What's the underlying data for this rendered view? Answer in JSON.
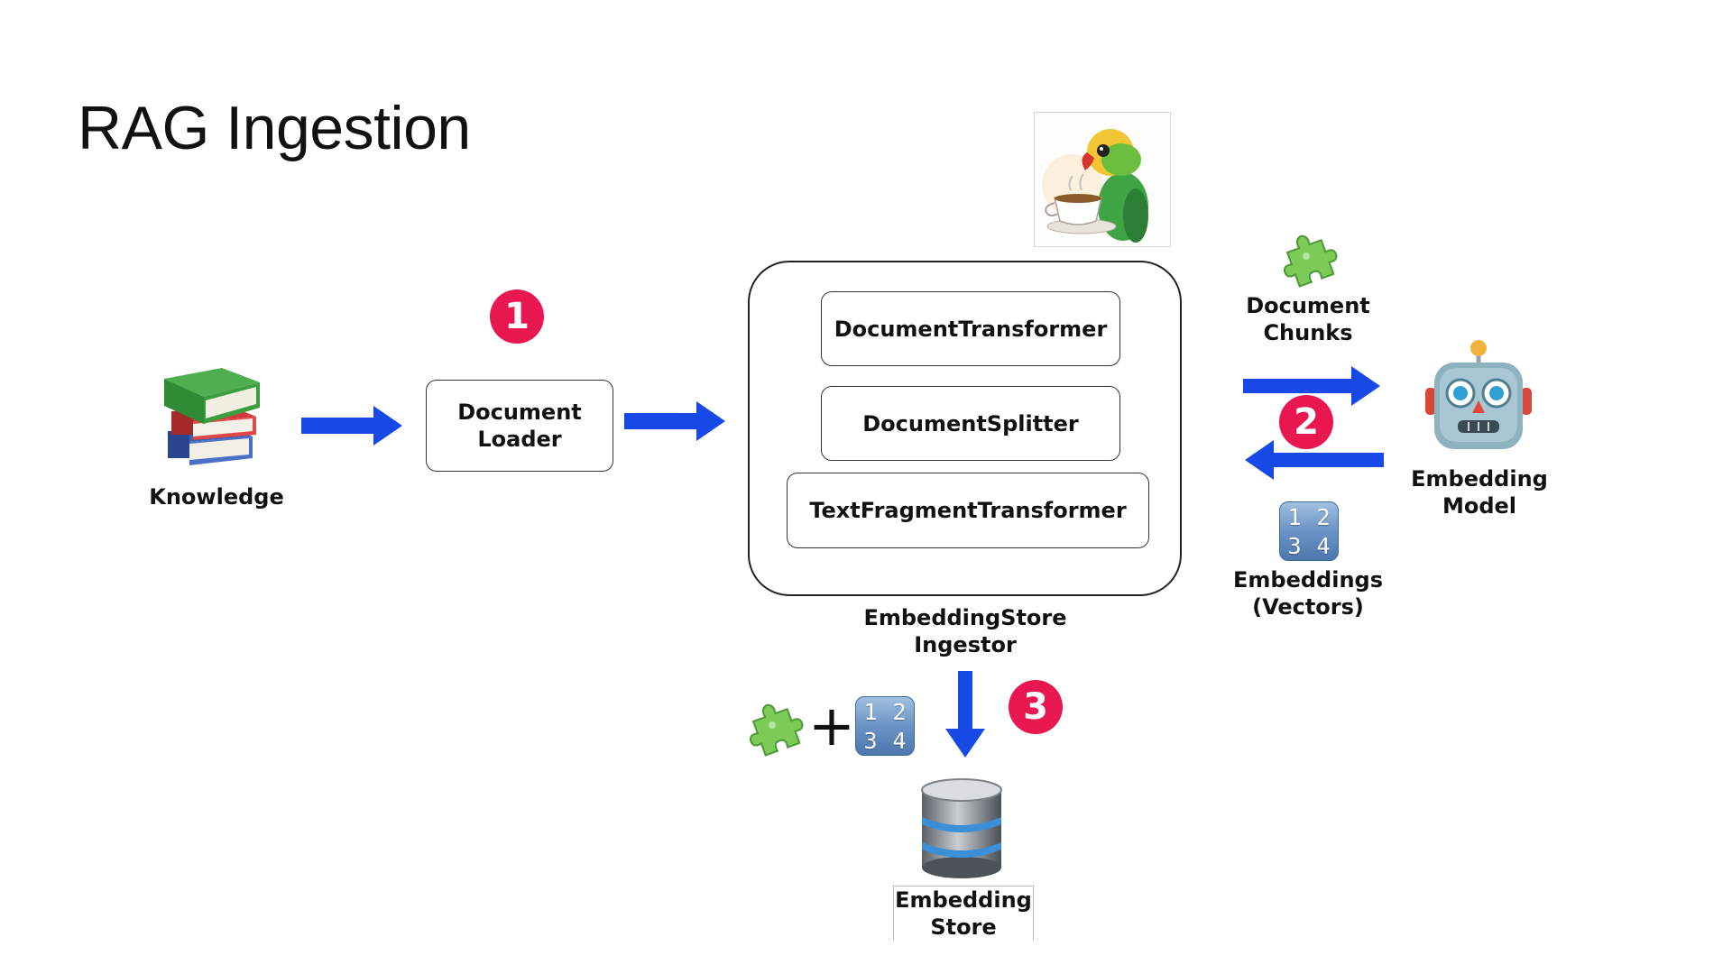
{
  "title": "RAG Ingestion",
  "colors": {
    "arrow": "#1749e6",
    "badge": "#e8174f",
    "border": "#333333"
  },
  "knowledge": {
    "label": "Knowledge",
    "icon": "books-icon"
  },
  "loader": {
    "label": "Document\nLoader"
  },
  "ingestor": {
    "components": [
      "DocumentTransformer",
      "DocumentSplitter",
      "TextFragmentTransformer"
    ],
    "label": "EmbeddingStore\nIngestor"
  },
  "chunks": {
    "label": "Document\nChunks",
    "icon": "puzzle-piece-icon"
  },
  "model": {
    "label": "Embedding\nModel",
    "icon": "robot-icon"
  },
  "embeddings": {
    "label": "Embeddings\n(Vectors)",
    "icon": "numbers-1234-icon",
    "digits": [
      "1",
      "2",
      "3",
      "4"
    ]
  },
  "combine": {
    "plus": "+"
  },
  "store": {
    "label": "Embedding\nStore",
    "icon": "database-icon"
  },
  "logo": {
    "icon": "parrot-with-teacup-icon"
  },
  "steps": [
    "1",
    "2",
    "3"
  ]
}
